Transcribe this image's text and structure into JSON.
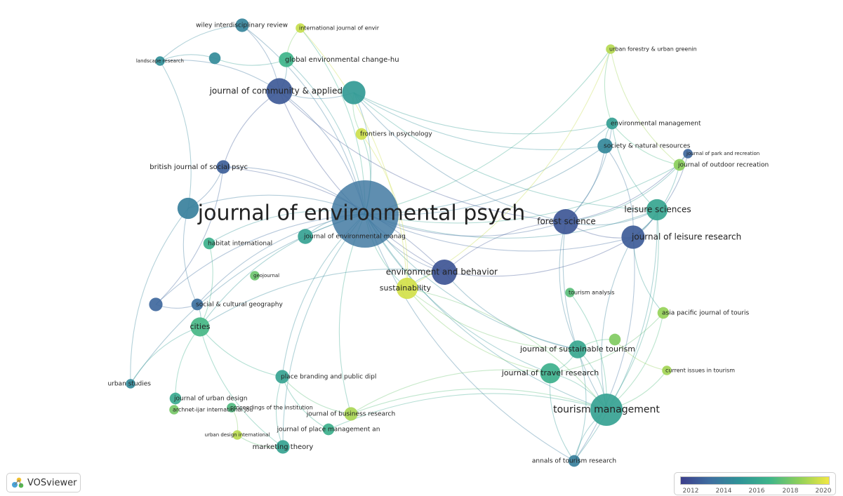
{
  "app": {
    "name": "VOSviewer"
  },
  "legend": {
    "ticks": [
      "2012",
      "2014",
      "2016",
      "2018",
      "2020"
    ],
    "gradient": [
      "#3d3f8c",
      "#3f6fa0",
      "#2f9497",
      "#3fb58a",
      "#8fd05a",
      "#f2e843"
    ]
  },
  "network": {
    "nodes": [
      {
        "id": "n0",
        "label": "journal of environmental psych",
        "year": 2013.8,
        "weight": 1.0,
        "label_scale": 30,
        "label_side": "center"
      },
      {
        "id": "n1",
        "label": "journal of environmental manag",
        "year": 2016.2,
        "weight": 0.05,
        "label_scale": 9,
        "label_side": "right"
      },
      {
        "id": "n2",
        "label": "wiley interdisciplinary review",
        "year": 2014.6,
        "weight": 0.04,
        "label_scale": 9,
        "label_side": "left"
      },
      {
        "id": "n3",
        "label": "global environmental change-hu",
        "year": 2017.2,
        "weight": 0.05,
        "label_scale": 10,
        "label_side": "right"
      },
      {
        "id": "n4",
        "label": "landscape research",
        "year": 2015.2,
        "weight": 0.02,
        "label_scale": 7,
        "label_side": "left"
      },
      {
        "id": "n5",
        "label": "journal of community & applied",
        "year": 2012.6,
        "weight": 0.15,
        "label_scale": 12,
        "label_side": "left"
      },
      {
        "id": "n6",
        "label": "international journal of envir",
        "year": 2019.8,
        "weight": 0.02,
        "label_scale": 8,
        "label_side": "right"
      },
      {
        "id": "n7",
        "label": "urban forestry & urban greenin",
        "year": 2019.5,
        "weight": 0.02,
        "label_scale": 8,
        "label_side": "right"
      },
      {
        "id": "n8",
        "label": "frontiers in psychology",
        "year": 2019.9,
        "weight": 0.03,
        "label_scale": 9,
        "label_side": "right"
      },
      {
        "id": "n9",
        "label": "environmental management",
        "year": 2016.0,
        "weight": 0.03,
        "label_scale": 9,
        "label_side": "right"
      },
      {
        "id": "n10",
        "label": "society & natural resources",
        "year": 2014.8,
        "weight": 0.05,
        "label_scale": 9,
        "label_side": "right"
      },
      {
        "id": "n11",
        "label": "journal of park and recreation",
        "year": 2013.2,
        "weight": 0.02,
        "label_scale": 7,
        "label_side": "right"
      },
      {
        "id": "n12",
        "label": "journal of outdoor recreation",
        "year": 2018.8,
        "weight": 0.03,
        "label_scale": 9,
        "label_side": "right"
      },
      {
        "id": "n13",
        "label": "british journal of social psyc",
        "year": 2012.8,
        "weight": 0.04,
        "label_scale": 10,
        "label_side": "left"
      },
      {
        "id": "n14",
        "label": "leisure sciences",
        "year": 2016.4,
        "weight": 0.1,
        "label_scale": 12,
        "label_side": "center"
      },
      {
        "id": "n15",
        "label": "forest science",
        "year": 2012.5,
        "weight": 0.14,
        "label_scale": 12,
        "label_side": "center"
      },
      {
        "id": "n16",
        "label": "journal of leisure research",
        "year": 2012.7,
        "weight": 0.12,
        "label_scale": 12,
        "label_side": "right"
      },
      {
        "id": "n17",
        "label": "habitat international",
        "year": 2017.0,
        "weight": 0.03,
        "label_scale": 9,
        "label_side": "right"
      },
      {
        "id": "n18",
        "label": "environment and behavior",
        "year": 2012.4,
        "weight": 0.14,
        "label_scale": 12,
        "label_side": "left"
      },
      {
        "id": "n19",
        "label": "geojournal",
        "year": 2018.2,
        "weight": 0.02,
        "label_scale": 7,
        "label_side": "right"
      },
      {
        "id": "n20",
        "label": "sustainability",
        "year": 2020.0,
        "weight": 0.1,
        "label_scale": 11,
        "label_side": "left"
      },
      {
        "id": "n21",
        "label": "tourism analysis",
        "year": 2017.8,
        "weight": 0.02,
        "label_scale": 8,
        "label_side": "right"
      },
      {
        "id": "n22",
        "label": "asia pacific journal of touris",
        "year": 2019.0,
        "weight": 0.03,
        "label_scale": 9,
        "label_side": "right"
      },
      {
        "id": "n23",
        "label": "social & cultural geography",
        "year": 2013.6,
        "weight": 0.03,
        "label_scale": 9,
        "label_side": "right"
      },
      {
        "id": "n24",
        "label": "cities",
        "year": 2017.4,
        "weight": 0.08,
        "label_scale": 11,
        "label_side": "center"
      },
      {
        "id": "n25",
        "label": "journal of sustainable tourism",
        "year": 2016.5,
        "weight": 0.07,
        "label_scale": 11,
        "label_side": "center"
      },
      {
        "id": "n26",
        "label": "current issues in tourism",
        "year": 2019.2,
        "weight": 0.02,
        "label_scale": 8,
        "label_side": "right"
      },
      {
        "id": "n27",
        "label": "urban studies",
        "year": 2014.9,
        "weight": 0.02,
        "label_scale": 9,
        "label_side": "left"
      },
      {
        "id": "n28",
        "label": "place branding and public dipl",
        "year": 2016.3,
        "weight": 0.04,
        "label_scale": 9,
        "label_side": "right"
      },
      {
        "id": "n29",
        "label": "journal of travel research",
        "year": 2017.0,
        "weight": 0.09,
        "label_scale": 11,
        "label_side": "center"
      },
      {
        "id": "n30",
        "label": "journal of urban design",
        "year": 2016.6,
        "weight": 0.03,
        "label_scale": 9,
        "label_side": "right"
      },
      {
        "id": "n31",
        "label": "proceedings of the institution",
        "year": 2017.6,
        "weight": 0.02,
        "label_scale": 8,
        "label_side": "right"
      },
      {
        "id": "n32",
        "label": "archnet-ijar international jou",
        "year": 2018.4,
        "weight": 0.02,
        "label_scale": 8,
        "label_side": "right"
      },
      {
        "id": "n33",
        "label": "journal of business research",
        "year": 2019.3,
        "weight": 0.04,
        "label_scale": 9,
        "label_side": "center"
      },
      {
        "id": "n34",
        "label": "journal of place management an",
        "year": 2017.0,
        "weight": 0.03,
        "label_scale": 9,
        "label_side": "center"
      },
      {
        "id": "n35",
        "label": "urban design international",
        "year": 2019.6,
        "weight": 0.02,
        "label_scale": 7,
        "label_side": "center"
      },
      {
        "id": "n36",
        "label": "marketing theory",
        "year": 2016.3,
        "weight": 0.04,
        "label_scale": 10,
        "label_side": "center"
      },
      {
        "id": "n37",
        "label": "tourism management",
        "year": 2016.2,
        "weight": 0.23,
        "label_scale": 14,
        "label_side": "center"
      },
      {
        "id": "n38",
        "label": "annals of tourism research",
        "year": 2014.4,
        "weight": 0.03,
        "label_scale": 9,
        "label_side": "center"
      },
      {
        "id": "n39",
        "label": "",
        "year": 2015.8,
        "weight": 0.12,
        "label_scale": 0,
        "label_side": "none"
      },
      {
        "id": "n40",
        "label": "",
        "year": 2014.4,
        "weight": 0.1,
        "label_scale": 0,
        "label_side": "none"
      },
      {
        "id": "n41",
        "label": "",
        "year": 2013.2,
        "weight": 0.04,
        "label_scale": 0,
        "label_side": "none"
      },
      {
        "id": "n42",
        "label": "",
        "year": 2015.0,
        "weight": 0.03,
        "label_scale": 0,
        "label_side": "none"
      },
      {
        "id": "n43",
        "label": "",
        "year": 2018.6,
        "weight": 0.03,
        "label_scale": 0,
        "label_side": "none"
      }
    ],
    "links": [
      [
        "n0",
        "n1"
      ],
      [
        "n0",
        "n2"
      ],
      [
        "n0",
        "n3"
      ],
      [
        "n0",
        "n5"
      ],
      [
        "n0",
        "n8"
      ],
      [
        "n0",
        "n9"
      ],
      [
        "n0",
        "n10"
      ],
      [
        "n0",
        "n13"
      ],
      [
        "n0",
        "n14"
      ],
      [
        "n0",
        "n15"
      ],
      [
        "n0",
        "n16"
      ],
      [
        "n0",
        "n17"
      ],
      [
        "n0",
        "n18"
      ],
      [
        "n0",
        "n20"
      ],
      [
        "n0",
        "n23"
      ],
      [
        "n0",
        "n24"
      ],
      [
        "n0",
        "n25"
      ],
      [
        "n0",
        "n29"
      ],
      [
        "n0",
        "n37"
      ],
      [
        "n0",
        "n38"
      ],
      [
        "n0",
        "n39"
      ],
      [
        "n0",
        "n40"
      ],
      [
        "n0",
        "n41"
      ],
      [
        "n0",
        "n27"
      ],
      [
        "n0",
        "n28"
      ],
      [
        "n0",
        "n33"
      ],
      [
        "n0",
        "n36"
      ],
      [
        "n0",
        "n12"
      ],
      [
        "n0",
        "n6"
      ],
      [
        "n0",
        "n7"
      ],
      [
        "n5",
        "n13"
      ],
      [
        "n5",
        "n3"
      ],
      [
        "n5",
        "n2"
      ],
      [
        "n5",
        "n39"
      ],
      [
        "n5",
        "n15"
      ],
      [
        "n5",
        "n18"
      ],
      [
        "n5",
        "n4"
      ],
      [
        "n39",
        "n9"
      ],
      [
        "n39",
        "n10"
      ],
      [
        "n39",
        "n15"
      ],
      [
        "n39",
        "n14"
      ],
      [
        "n39",
        "n8"
      ],
      [
        "n15",
        "n16"
      ],
      [
        "n15",
        "n14"
      ],
      [
        "n15",
        "n10"
      ],
      [
        "n15",
        "n9"
      ],
      [
        "n15",
        "n12"
      ],
      [
        "n15",
        "n11"
      ],
      [
        "n15",
        "n18"
      ],
      [
        "n15",
        "n37"
      ],
      [
        "n15",
        "n25"
      ],
      [
        "n16",
        "n14"
      ],
      [
        "n16",
        "n10"
      ],
      [
        "n16",
        "n11"
      ],
      [
        "n16",
        "n12"
      ],
      [
        "n16",
        "n22"
      ],
      [
        "n16",
        "n37"
      ],
      [
        "n18",
        "n20"
      ],
      [
        "n18",
        "n13"
      ],
      [
        "n18",
        "n24"
      ],
      [
        "n18",
        "n16"
      ],
      [
        "n18",
        "n25"
      ],
      [
        "n37",
        "n25"
      ],
      [
        "n37",
        "n29"
      ],
      [
        "n37",
        "n38"
      ],
      [
        "n37",
        "n22"
      ],
      [
        "n37",
        "n26"
      ],
      [
        "n37",
        "n21"
      ],
      [
        "n37",
        "n33"
      ],
      [
        "n37",
        "n34"
      ],
      [
        "n37",
        "n14"
      ],
      [
        "n37",
        "n20"
      ],
      [
        "n29",
        "n25"
      ],
      [
        "n29",
        "n38"
      ],
      [
        "n29",
        "n33"
      ],
      [
        "n29",
        "n22"
      ],
      [
        "n24",
        "n23"
      ],
      [
        "n24",
        "n30"
      ],
      [
        "n24",
        "n28"
      ],
      [
        "n24",
        "n27"
      ],
      [
        "n24",
        "n17"
      ],
      [
        "n24",
        "n36"
      ],
      [
        "n28",
        "n34"
      ],
      [
        "n28",
        "n36"
      ],
      [
        "n28",
        "n33"
      ],
      [
        "n40",
        "n23"
      ],
      [
        "n40",
        "n27"
      ],
      [
        "n40",
        "n13"
      ],
      [
        "n40",
        "n4"
      ],
      [
        "n20",
        "n7"
      ],
      [
        "n20",
        "n6"
      ],
      [
        "n20",
        "n8"
      ],
      [
        "n20",
        "n25"
      ],
      [
        "n20",
        "n29"
      ],
      [
        "n9",
        "n10"
      ],
      [
        "n9",
        "n14"
      ],
      [
        "n9",
        "n12"
      ],
      [
        "n7",
        "n12"
      ],
      [
        "n7",
        "n9"
      ],
      [
        "n6",
        "n3"
      ],
      [
        "n2",
        "n4"
      ],
      [
        "n42",
        "n4"
      ],
      [
        "n42",
        "n3"
      ],
      [
        "n32",
        "n30"
      ],
      [
        "n35",
        "n36"
      ],
      [
        "n35",
        "n31"
      ],
      [
        "n43",
        "n26"
      ],
      [
        "n43",
        "n25"
      ],
      [
        "n38",
        "n16"
      ],
      [
        "n38",
        "n14"
      ],
      [
        "n38",
        "n25"
      ],
      [
        "n11",
        "n12"
      ],
      [
        "n41",
        "n23"
      ],
      [
        "n41",
        "n13"
      ]
    ]
  }
}
